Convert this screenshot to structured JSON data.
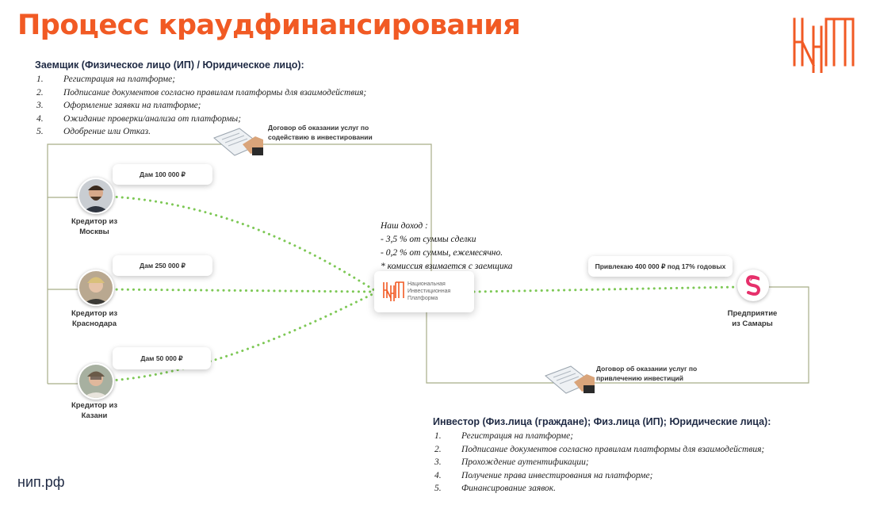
{
  "title": "Процесс краудфинансирования",
  "borrower": {
    "heading": "Заемщик (Физическое лицо (ИП) / Юридическое лицо):",
    "steps": [
      {
        "num": "1.",
        "text": "Регистрация на платформе;"
      },
      {
        "num": "2.",
        "text": "Подписание документов согласно правилам платформы для взаимодействия;"
      },
      {
        "num": "3.",
        "text": "Оформление заявки на платформе;"
      },
      {
        "num": "4.",
        "text": "Ожидание проверки/анализа от платформы;"
      },
      {
        "num": "5.",
        "text": "Одобрение или Отказ."
      }
    ]
  },
  "investor": {
    "heading": "Инвестор (Физ.лица (граждане); Физ.лица (ИП); Юридические лица):",
    "steps": [
      {
        "num": "1.",
        "text": "Регистрация на платформе;"
      },
      {
        "num": "2.",
        "text": "Подписание документов согласно правилам платформы для взаимодействия;"
      },
      {
        "num": "3.",
        "text": "Прохождение аутентификации;"
      },
      {
        "num": "4.",
        "text": "Получение права инвестирования на платформе;"
      },
      {
        "num": "5.",
        "text": "Финансирование заявок."
      }
    ]
  },
  "contract_top": {
    "line1": "Договор об оказании услуг по",
    "line2": "содействию в инвестировании"
  },
  "contract_bottom": {
    "line1": "Договор об оказании услуг по",
    "line2": "привлечению инвестиций"
  },
  "creditors": [
    {
      "line1": "Кредитор из",
      "line2": "Москвы",
      "amount": "Дам 100 000 ₽"
    },
    {
      "line1": "Кредитор из",
      "line2": "Краснодара",
      "amount": "Дам 250 000 ₽"
    },
    {
      "line1": "Кредитор из",
      "line2": "Казани",
      "amount": "Дам 50 000 ₽"
    }
  ],
  "platform": {
    "name1": "Национальная",
    "name2": "Инвестиционная",
    "name3": "Платформа"
  },
  "income": {
    "line1": "Наш доход :",
    "line2": "- 3,5 % от суммы сделки",
    "line3": "- 0,2 % от суммы, ежемесячно.",
    "line4": "* комиссия взимается с заемщика"
  },
  "company": {
    "request": "Привлекаю 400 000 ₽ под 17% годовых",
    "line1": "Предприятие",
    "line2": "из Самары"
  },
  "site": "нип.рф",
  "colors": {
    "accent": "#f15a24",
    "flow": "#7dc855",
    "frame": "#a8ad88",
    "company": "#e6306b"
  }
}
